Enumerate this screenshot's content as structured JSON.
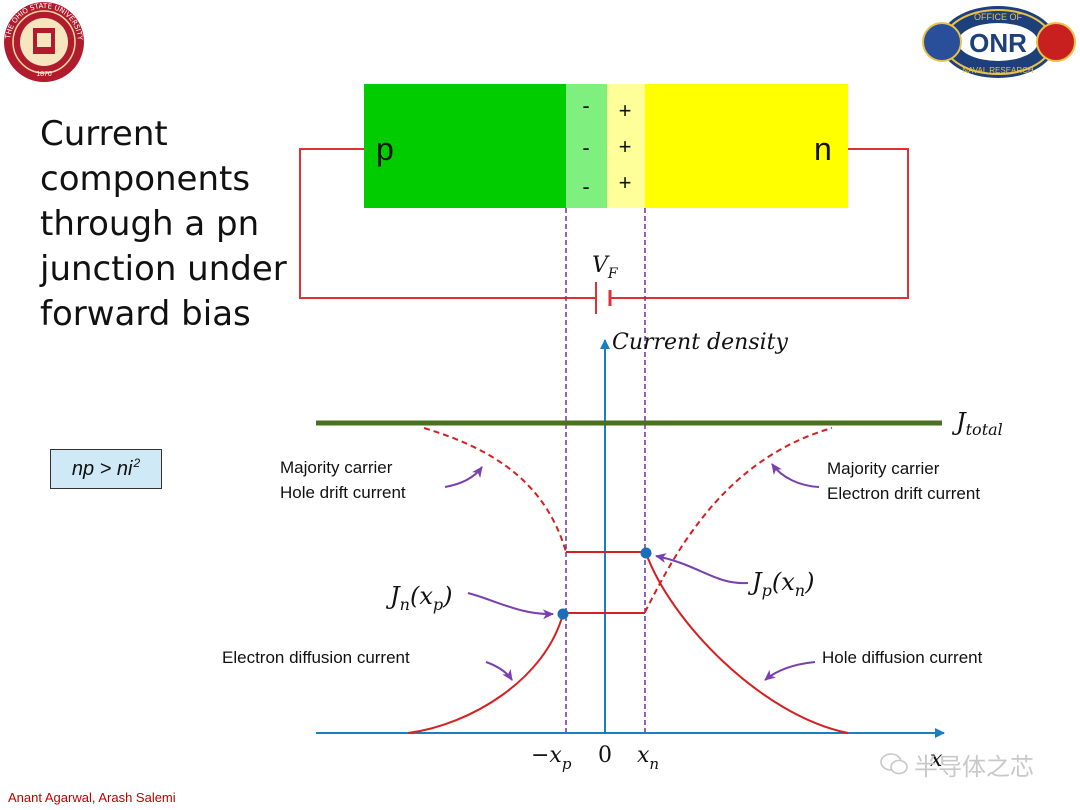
{
  "title": "Current components through a pn junction under forward bias",
  "condition": {
    "base": "np > ni",
    "sup": "2"
  },
  "footer": "Anant Agarwal, Arash Salemi",
  "logos": {
    "left": {
      "icon": "ohio-state-seal",
      "text": "THE OHIO STATE UNIVERSITY",
      "year": "1870"
    },
    "right": {
      "icon": "onr-logo",
      "top_text": "OFFICE OF",
      "bottom_text": "NAVAL RESEARCH",
      "mark": "ONR"
    }
  },
  "junction": {
    "p_label": "p",
    "n_label": "n",
    "minus_signs": [
      "-",
      "-",
      "-"
    ],
    "plus_signs": [
      "+",
      "+",
      "+"
    ],
    "bias_label": "V",
    "bias_sub": "F",
    "colors": {
      "p": "#00cc00",
      "depletion_p": "#7fef7f",
      "depletion_n": "#ffff99",
      "n": "#ffff00",
      "wire": "#e03030"
    }
  },
  "axes": {
    "y_label": "Current density",
    "x_label": "x",
    "origin_label": "0",
    "neg_xp": "−x",
    "neg_xp_sub": "p",
    "xn": "x",
    "xn_sub": "n"
  },
  "curves": {
    "j_total": "J",
    "j_total_sub": "total",
    "jn_xp": {
      "main": "J",
      "sub": "n",
      "arg": "x",
      "argsub": "p"
    },
    "jp_xn": {
      "main": "J",
      "sub": "p",
      "arg": "x",
      "argsub": "n"
    },
    "colors": {
      "total": "#4a7020",
      "current": "#d42020",
      "axis": "#1a7fc0",
      "marker": "#1a6fba",
      "arrow": "#7a3fb0",
      "guide": "#7030a0"
    }
  },
  "annotations": {
    "hole_drift": [
      "Majority carrier",
      "Hole drift current"
    ],
    "electron_drift": [
      "Majority carrier",
      "Electron drift current"
    ],
    "electron_diffusion": "Electron diffusion current",
    "hole_diffusion": "Hole diffusion current"
  },
  "watermark": {
    "text": "半导体之芯",
    "icon": "wechat-icon"
  }
}
